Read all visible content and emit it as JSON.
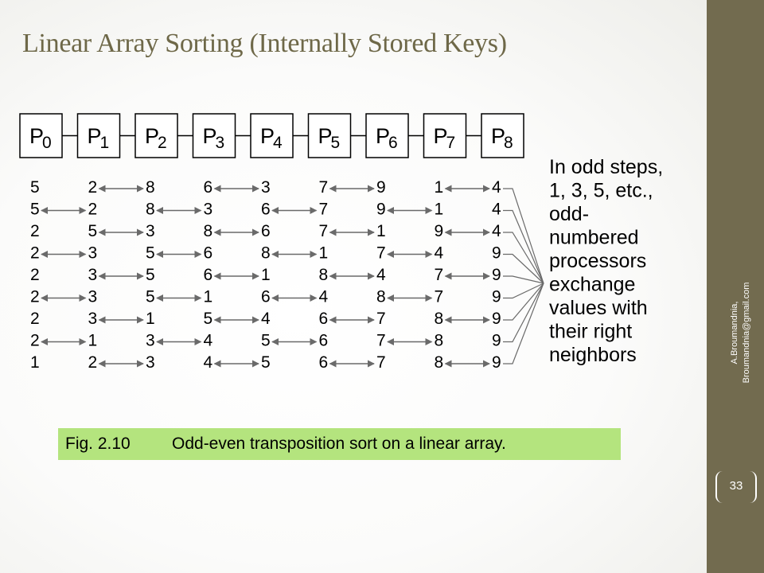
{
  "slide": {
    "title": "Linear Array Sorting (Internally Stored Keys)",
    "author_name": "A.Broumandnia,",
    "author_email": "Broumandnia@gmail.com",
    "page_number": "33"
  },
  "figure": {
    "processor_letter": "P",
    "processors": [
      "0",
      "1",
      "2",
      "3",
      "4",
      "5",
      "6",
      "7",
      "8"
    ],
    "key_rows": [
      [
        "5",
        "2",
        "8",
        "6",
        "3",
        "7",
        "9",
        "1",
        "4"
      ],
      [
        "5",
        "2",
        "8",
        "3",
        "6",
        "7",
        "9",
        "1",
        "4"
      ],
      [
        "2",
        "5",
        "3",
        "8",
        "6",
        "7",
        "1",
        "9",
        "4"
      ],
      [
        "2",
        "3",
        "5",
        "6",
        "8",
        "1",
        "7",
        "4",
        "9"
      ],
      [
        "2",
        "3",
        "5",
        "6",
        "1",
        "8",
        "4",
        "7",
        "9"
      ],
      [
        "2",
        "3",
        "5",
        "1",
        "6",
        "4",
        "8",
        "7",
        "9"
      ],
      [
        "2",
        "3",
        "1",
        "5",
        "4",
        "6",
        "7",
        "8",
        "9"
      ],
      [
        "2",
        "1",
        "3",
        "4",
        "5",
        "6",
        "7",
        "8",
        "9"
      ],
      [
        "1",
        "2",
        "3",
        "4",
        "5",
        "6",
        "7",
        "8",
        "9"
      ]
    ],
    "note_lines": [
      "In odd steps,",
      "1, 3, 5, etc.,",
      "odd-",
      "numbered",
      "processors",
      "exchange",
      "values with",
      "their right",
      "neighbors"
    ],
    "caption_number": "Fig. 2.10",
    "caption_text": "Odd-even transposition sort on a linear array."
  },
  "colors": {
    "title": "#6e6848",
    "sidebar": "#726b4f",
    "caption_bg": "#b4e47e",
    "line": "#6a6a6a"
  }
}
